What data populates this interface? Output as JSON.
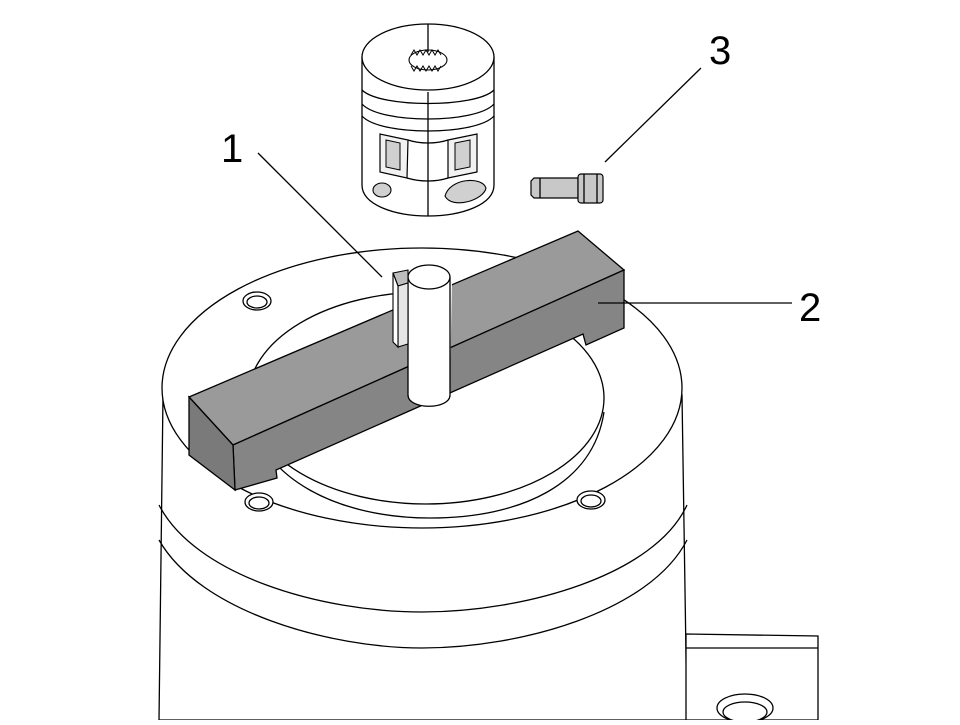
{
  "callouts": {
    "part1": "1",
    "part2": "2",
    "part3": "3"
  },
  "colors": {
    "line": "#000000",
    "background": "#ffffff",
    "key_bar_top": "#9a9a9a",
    "key_bar_front": "#858585",
    "key_bar_end": "#7a7a7a",
    "screw": "#c8c8c8",
    "shaft_shadow": "#bdbdbd",
    "coupling_shadow": "#d0d0d0"
  },
  "icons": {
    "motor": "motor-housing-drawing",
    "coupling": "shaft-coupling-drawing",
    "screw": "cap-screw-drawing",
    "bar": "key-bar-drawing"
  }
}
